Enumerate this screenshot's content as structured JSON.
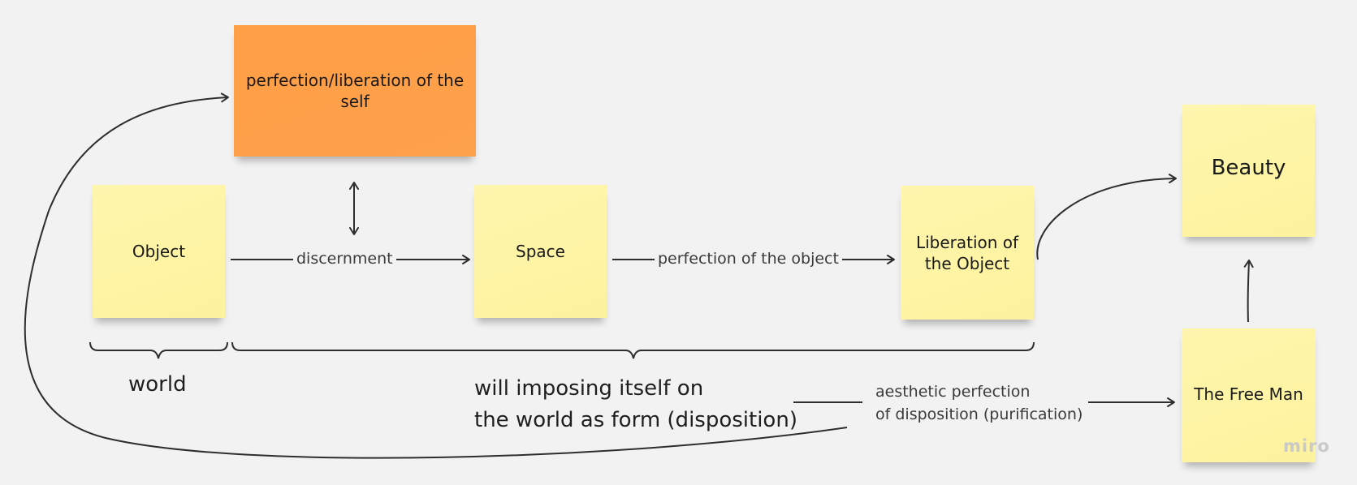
{
  "notes": {
    "self": "perfection/liberation of the self",
    "object": "Object",
    "space": "Space",
    "liberation": "Liberation of the Object",
    "beauty": "Beauty",
    "free_man": "The Free Man"
  },
  "edge_labels": {
    "discernment": "discernment",
    "perfection_object": "perfection of the object",
    "aesthetic_line1": "aesthetic perfection",
    "aesthetic_line2": "of disposition (purification)"
  },
  "brace_labels": {
    "world": "world",
    "will_line1": "will imposing itself on",
    "will_line2": "the world as form (disposition)"
  },
  "watermark": "miro",
  "colors": {
    "background": "#f2f2f2",
    "yellow_note": "#fef4a3",
    "orange_note": "#fea14c",
    "line": "#2e2e2e"
  }
}
